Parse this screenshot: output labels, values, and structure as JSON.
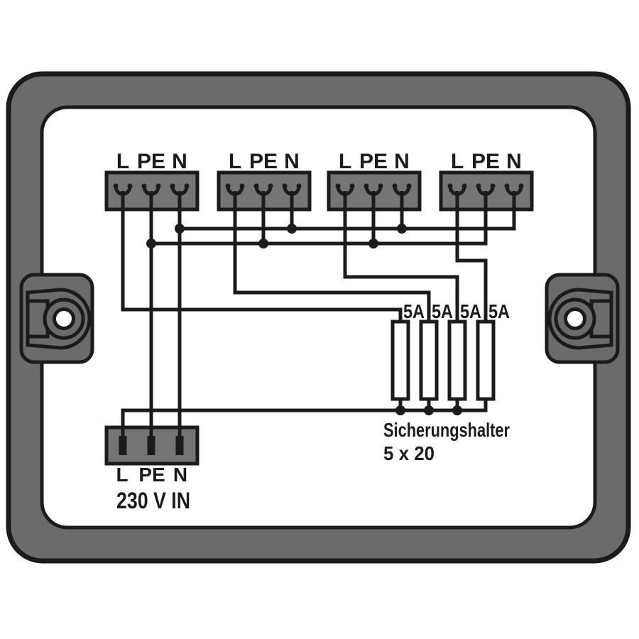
{
  "diagram": {
    "type": "wiring-diagram",
    "output_connectors": [
      {
        "l": "L",
        "pe": "PE",
        "n": "N"
      },
      {
        "l": "L",
        "pe": "PE",
        "n": "N"
      },
      {
        "l": "L",
        "pe": "PE",
        "n": "N"
      },
      {
        "l": "L",
        "pe": "PE",
        "n": "N"
      }
    ],
    "input_connector": {
      "l": "L",
      "pe": "PE",
      "n": "N",
      "caption": "230 V IN"
    },
    "fuses": [
      {
        "rating": "5A"
      },
      {
        "rating": "5A"
      },
      {
        "rating": "5A"
      },
      {
        "rating": "5A"
      }
    ],
    "fuse_caption": {
      "line1": "Sicherungshalter",
      "line2": "5 x 20"
    },
    "colors": {
      "frame": "#6b6b6b",
      "connector": "#757575",
      "outline": "#1b1b1b",
      "wire": "#1b1b1b",
      "background": "#ffffff",
      "fuse-fill": "#ffffff",
      "hole": "#ffffff"
    }
  }
}
